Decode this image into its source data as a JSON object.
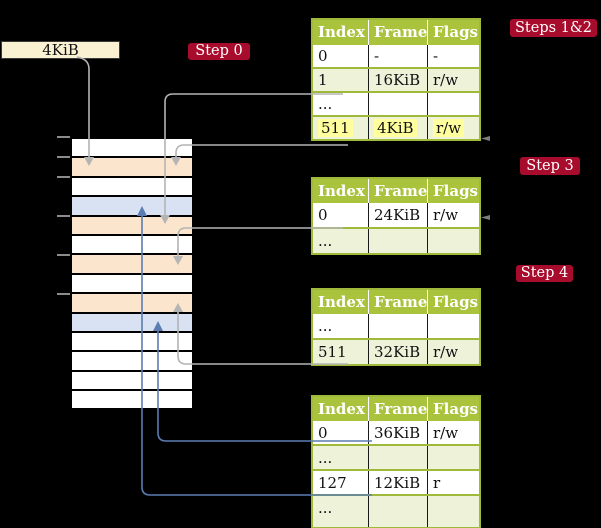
{
  "colors": {
    "background": "#000000",
    "accent_red": "#a80c2c",
    "table_header_green": "#a9c33d",
    "table_border_green": "#9fba3a",
    "table_row_green": "#edf2d9",
    "highlight_yellow": "#ffff9e",
    "stack_frame_peach": "#fce5cd",
    "stack_frame_blue": "#d9e2f3",
    "arrow_gray": "#b4b4b4",
    "arrow_blue": "#5b7db1",
    "legend_cream": "#faf0d2"
  },
  "legend": {
    "frame_label": "4KiB"
  },
  "steps": [
    {
      "label": "Step 0"
    },
    {
      "label": "Steps 1&2"
    },
    {
      "label": "Step 3"
    },
    {
      "label": "Step 4"
    }
  ],
  "memory_stack": {
    "rows": [
      {
        "color": "white"
      },
      {
        "color": "peach"
      },
      {
        "color": "white"
      },
      {
        "color": "blue"
      },
      {
        "color": "peach"
      },
      {
        "color": "white"
      },
      {
        "color": "peach"
      },
      {
        "color": "white"
      },
      {
        "color": "peach"
      },
      {
        "color": "blue"
      },
      {
        "color": "white"
      },
      {
        "color": "white"
      },
      {
        "color": "white"
      },
      {
        "color": "white"
      }
    ]
  },
  "tables": [
    {
      "name": "page-table-steps-1-2",
      "headers": [
        "Index",
        "Frame",
        "Flags"
      ],
      "rows": [
        {
          "cells": [
            "0",
            "-",
            "-"
          ],
          "shaded": false,
          "highlighted": false
        },
        {
          "cells": [
            "1",
            "16KiB",
            "r/w"
          ],
          "shaded": true,
          "highlighted": false
        },
        {
          "cells": [
            "...",
            "",
            ""
          ],
          "shaded": false,
          "highlighted": false
        },
        {
          "cells": [
            "511",
            "4KiB",
            "r/w"
          ],
          "shaded": true,
          "highlighted": true
        }
      ]
    },
    {
      "name": "page-table-step-3",
      "headers": [
        "Index",
        "Frame",
        "Flags"
      ],
      "rows": [
        {
          "cells": [
            "0",
            "24KiB",
            "r/w"
          ],
          "shaded": false,
          "highlighted": false
        },
        {
          "cells": [
            "...",
            "",
            ""
          ],
          "shaded": true,
          "highlighted": false
        }
      ]
    },
    {
      "name": "page-table-step-4",
      "headers": [
        "Index",
        "Frame",
        "Flags"
      ],
      "rows": [
        {
          "cells": [
            "...",
            "",
            ""
          ],
          "shaded": false,
          "highlighted": false
        },
        {
          "cells": [
            "511",
            "32KiB",
            "r/w"
          ],
          "shaded": true,
          "highlighted": false
        }
      ]
    },
    {
      "name": "page-table-leaf",
      "headers": [
        "Index",
        "Frame",
        "Flags"
      ],
      "rows": [
        {
          "cells": [
            "0",
            "36KiB",
            "r/w"
          ],
          "shaded": false,
          "highlighted": false
        },
        {
          "cells": [
            "...",
            "",
            ""
          ],
          "shaded": true,
          "highlighted": false
        },
        {
          "cells": [
            "127",
            "12KiB",
            "r"
          ],
          "shaded": false,
          "highlighted": false
        },
        {
          "cells": [
            "...",
            "",
            ""
          ],
          "shaded": true,
          "highlighted": false
        }
      ]
    }
  ]
}
